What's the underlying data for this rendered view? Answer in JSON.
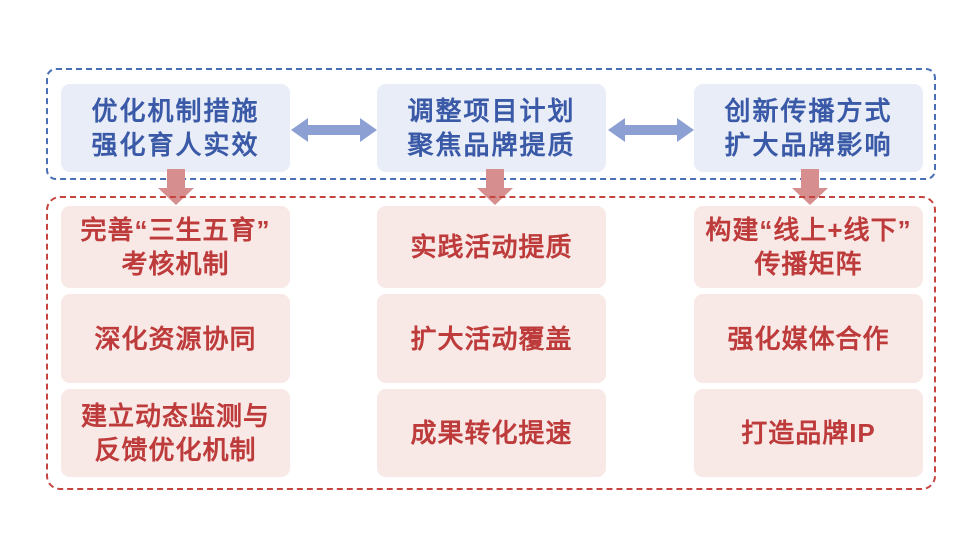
{
  "top_row": {
    "boxes": [
      {
        "lines": [
          "优化机制措施",
          "强化育人实效"
        ]
      },
      {
        "lines": [
          "调整项目计划",
          "聚焦品牌提质"
        ]
      },
      {
        "lines": [
          "创新传播方式",
          "扩大品牌影响"
        ]
      }
    ]
  },
  "bottom_grid": {
    "columns": [
      {
        "cells": [
          {
            "lines": [
              "完善“三生五育”",
              "考核机制"
            ]
          },
          {
            "lines": [
              "深化资源协同"
            ]
          },
          {
            "lines": [
              "建立动态监测与",
              "反馈优化机制"
            ]
          }
        ]
      },
      {
        "cells": [
          {
            "lines": [
              "实践活动提质"
            ]
          },
          {
            "lines": [
              "扩大活动覆盖"
            ]
          },
          {
            "lines": [
              "成果转化提速"
            ]
          }
        ]
      },
      {
        "cells": [
          {
            "lines": [
              "构建“线上+线下”",
              "传播矩阵"
            ]
          },
          {
            "lines": [
              "强化媒体合作"
            ]
          },
          {
            "lines": [
              "打造品牌IP"
            ]
          }
        ]
      }
    ]
  },
  "icons": {
    "horizontal_arrow": "double-headed-arrow",
    "vertical_arrow": "down-arrow"
  },
  "colors": {
    "page_bg": "#FFFFFF",
    "blue_text": "#3A5AA8",
    "blue_box_bg": "#E9EDF7",
    "blue_dashed_border": "#4A6FB5",
    "blue_arrow": "#8CA0D4",
    "red_text": "#BE3B3B",
    "red_box_bg": "#F8E8E6",
    "red_dashed_border": "#C5443F",
    "red_arrow": "#D78E8E"
  }
}
